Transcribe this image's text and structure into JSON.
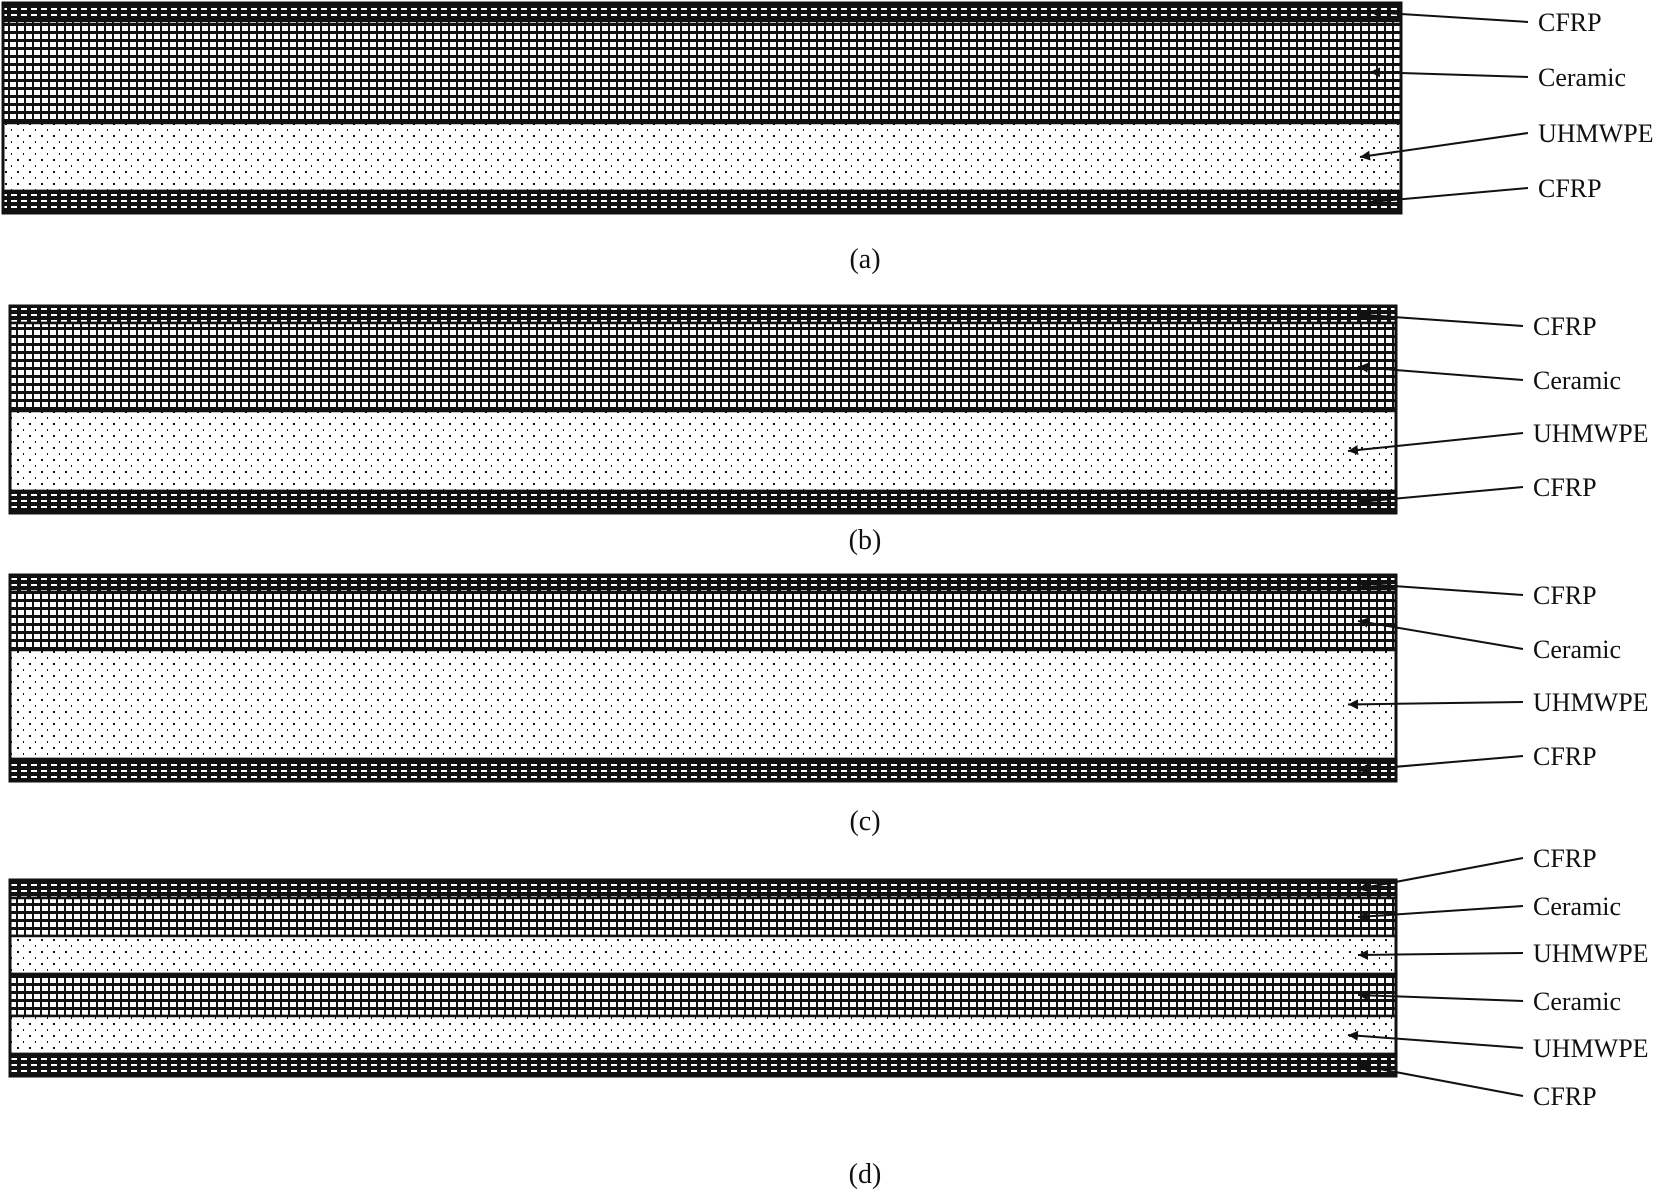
{
  "panels": [
    {
      "caption": "(a)",
      "layers": [
        {
          "material": "CFRP"
        },
        {
          "material": "Ceramic"
        },
        {
          "material": "UHMWPE"
        },
        {
          "material": "CFRP"
        }
      ]
    },
    {
      "caption": "(b)",
      "layers": [
        {
          "material": "CFRP"
        },
        {
          "material": "Ceramic"
        },
        {
          "material": "UHMWPE"
        },
        {
          "material": "CFRP"
        }
      ]
    },
    {
      "caption": "(c)",
      "layers": [
        {
          "material": "CFRP"
        },
        {
          "material": "Ceramic"
        },
        {
          "material": "UHMWPE"
        },
        {
          "material": "CFRP"
        }
      ]
    },
    {
      "caption": "(d)",
      "layers": [
        {
          "material": "CFRP"
        },
        {
          "material": "Ceramic"
        },
        {
          "material": "UHMWPE"
        },
        {
          "material": "Ceramic"
        },
        {
          "material": "UHMWPE"
        },
        {
          "material": "CFRP"
        }
      ]
    }
  ],
  "materials": {
    "CFRP": {
      "pattern": "dashed-bars"
    },
    "Ceramic": {
      "pattern": "grid"
    },
    "UHMWPE": {
      "pattern": "dots"
    }
  }
}
